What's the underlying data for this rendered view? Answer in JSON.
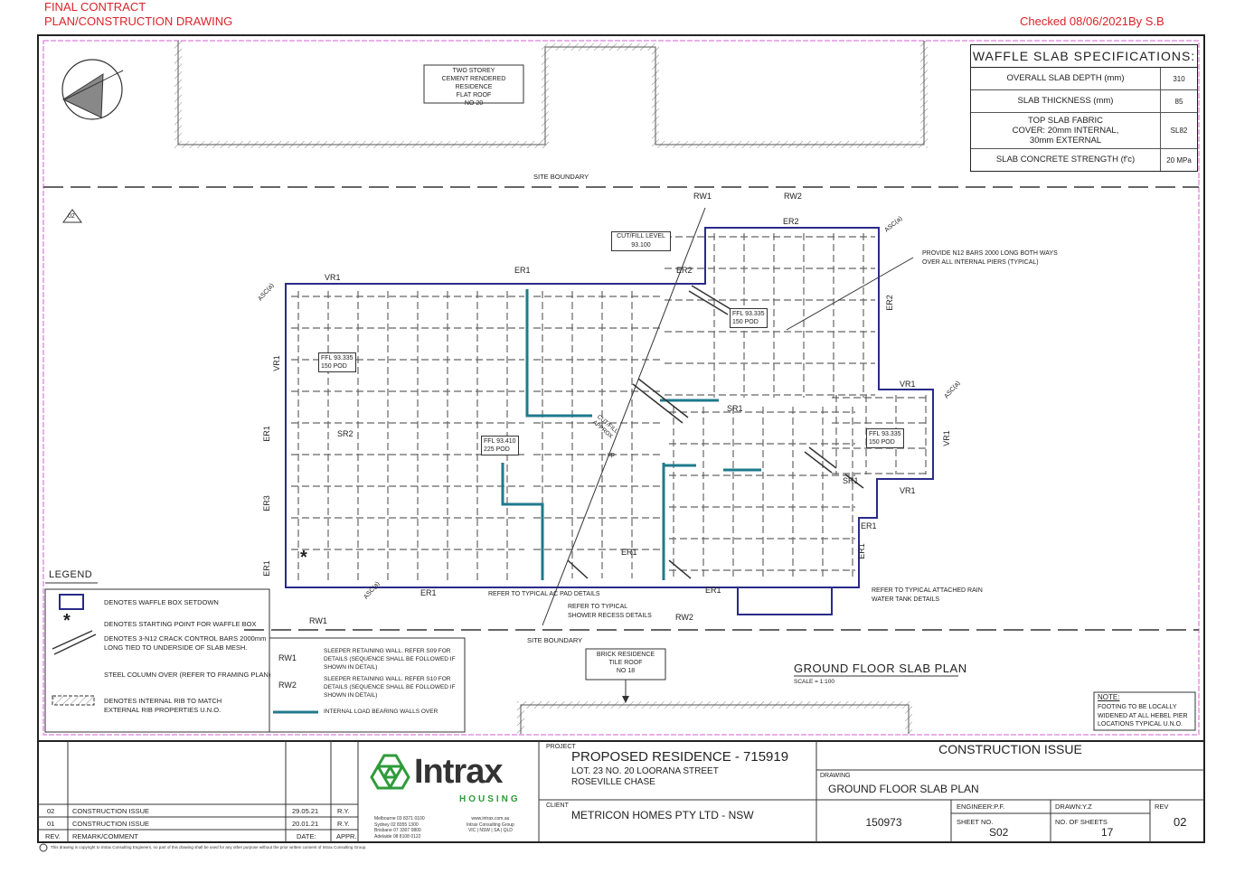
{
  "header": {
    "status_line1": "FINAL CONTRACT",
    "status_line2": "PLAN/CONSTRUCTION DRAWING",
    "checked": "Checked 08/06/2021By S.B"
  },
  "specs": {
    "title": "WAFFLE SLAB SPECIFICATIONS:",
    "rows": [
      {
        "label": "OVERALL SLAB DEPTH (mm)",
        "value": "310"
      },
      {
        "label": "SLAB THICKNESS (mm)",
        "value": "85"
      },
      {
        "label": "TOP SLAB FABRIC\nCOVER: 20mm INTERNAL,\n30mm EXTERNAL",
        "value": "SL82"
      },
      {
        "label": "SLAB CONCRETE STRENGTH (f'c)",
        "value": "20 MPa"
      }
    ]
  },
  "site": {
    "neighbour_top": "TWO STOREY\nCEMENT RENDERED RESIDENCE\nFLAT ROOF\nNO 20",
    "neighbour_bottom": "BRICK RESIDENCE\nTILE ROOF\nNO 18",
    "boundary_label": "SITE BOUNDARY",
    "ref_02": "02"
  },
  "plan": {
    "cut_fill": "CUT/FILL LEVEL\n93.100",
    "ffl_1": "FFL 93.335\n150 POD",
    "ffl_2": "FFL 93.335\n150 POD",
    "ffl_3": "FFL 93.410\n225 POD",
    "ffl_4": "FFL 93.335\n150 POD",
    "note_piers": "PROVIDE N12 BARS 2000 LONG BOTH WAYS\nOVER ALL INTERNAL PIERS (TYPICAL)",
    "note_ac": "REFER TO TYPICAL AC PAD DETAILS",
    "note_shower": "REFER TO TYPICAL\nSHOWER RECESS DETAILS",
    "note_rain": "REFER TO TYPICAL ATTACHED RAIN\nWATER TANK DETAILS",
    "title": "GROUND FLOOR SLAB PLAN",
    "scale": "SCALE = 1:100",
    "note_footing_head": "NOTE:",
    "note_footing": "FOOTING TO BE LOCALLY\nWIDENED AT ALL HEBEL PIER\nLOCATIONS TYPICAL U.N.O.",
    "tags": {
      "rw1": "RW1",
      "rw2": "RW2",
      "er1": "ER1",
      "er2": "ER2",
      "er3": "ER3",
      "vr1": "VR1",
      "sr1": "SR1",
      "sr2": "SR2",
      "asc": "ASC(a)",
      "up": "up",
      "cutfill": "CUT/FILL\nAPPROX"
    }
  },
  "legend": {
    "title": "LEGEND",
    "items": [
      "DENOTES WAFFLE BOX SETDOWN",
      "DENOTES STARTING POINT FOR WAFFLE BOX",
      "DENOTES  3-N12 CRACK CONTROL BARS 2000mm\nLONG TIED TO UNDERSIDE OF SLAB MESH.",
      "STEEL COLUMN OVER (REFER TO FRAMING PLAN)",
      "DENOTES INTERNAL RIB TO MATCH\nEXTERNAL RIB PROPERTIES U.N.O."
    ],
    "rw_items": [
      {
        "code": "RW1",
        "text": "SLEEPER RETAINING WALL. REFER S09 FOR\nDETAILS (SEQUENCE SHALL BE FOLLOWED IF\nSHOWN IN DETAIL)"
      },
      {
        "code": "RW2",
        "text": "SLEEPER RETAINING WALL. REFER S10 FOR\nDETAILS (SEQUENCE SHALL BE FOLLOWED IF\nSHOWN IN DETAIL)"
      }
    ],
    "load_wall": "INTERNAL LOAD BEARING WALLS OVER"
  },
  "revisions": {
    "rows": [
      {
        "rev": "02",
        "remark": "CONSTRUCTION ISSUE",
        "date": "29.05.21",
        "appr": "R.Y."
      },
      {
        "rev": "01",
        "remark": "CONSTRUCTION ISSUE",
        "date": "20.01.21",
        "appr": "R.Y."
      }
    ],
    "head_rev": "REV.",
    "head_remark": "REMARK/COMMENT",
    "head_date": "DATE:",
    "head_appr": "APPR."
  },
  "company": {
    "name": "Intrax",
    "sub": "HOUSING",
    "offices": "Melbourne  03 8371 0100\nSydney       02 8355 1300\nBrisbane    07 3307 0800\nAdelaide    08 8108 0122",
    "web": "www.intrax.com.au\nIntrax Consulting Group\nVIC | NSW | SA | QLD",
    "copyright": "This drawing is copyright to Intrax Consulting Engineers, no part of this drawing shall be used for any other purpose without the prior written consent of Intrax Consulting Group."
  },
  "title_block": {
    "project_label": "PROJECT",
    "project": "PROPOSED RESIDENCE - 715919",
    "address1": "LOT. 23 NO. 20 LOORANA STREET",
    "address2": "ROSEVILLE CHASE",
    "client_label": "CLIENT",
    "client": "METRICON HOMES PTY LTD - NSW",
    "issue": "CONSTRUCTION ISSUE",
    "drawing_label": "DRAWING",
    "drawing": "GROUND FLOOR SLAB PLAN",
    "job": "150973",
    "engineer": "ENGINEER:P.F.",
    "drawn": "DRAWN:Y.Z",
    "rev_label": "REV",
    "rev": "02",
    "sheet_label": "SHEET NO.",
    "sheet": "S02",
    "sheets_label": "NO. OF SHEETS",
    "sheets": "17"
  }
}
